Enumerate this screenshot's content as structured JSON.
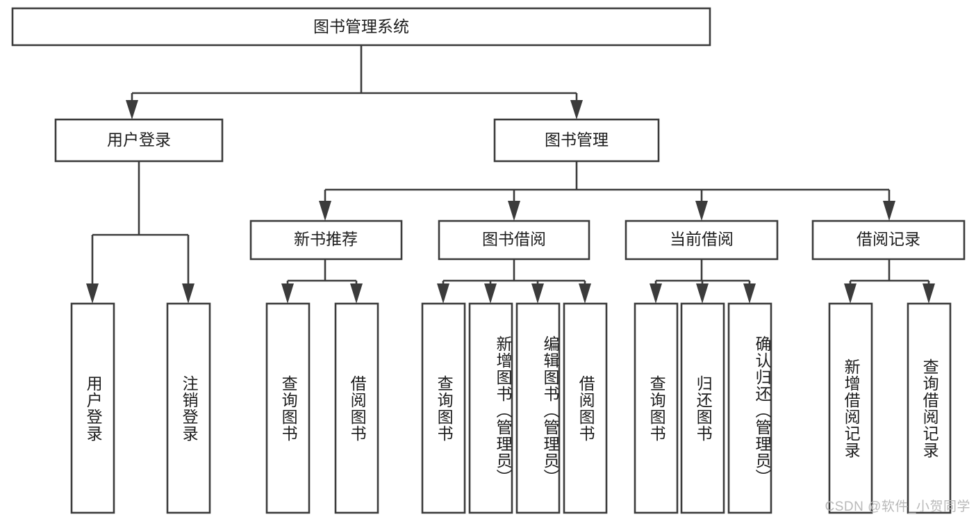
{
  "diagram": {
    "title": "图书管理系统",
    "type": "tree",
    "watermark": "CSDN @软件_小贺同学",
    "colors": {
      "stroke": "#3b3b3b",
      "fill": "#ffffff",
      "text": "#1c1c1c",
      "watermark": "#b9b9b9",
      "background": "#ffffff"
    },
    "root": {
      "label": "图书管理系统"
    },
    "level2": [
      {
        "label": "用户登录"
      },
      {
        "label": "图书管理"
      }
    ],
    "level3": [
      {
        "label": "新书推荐"
      },
      {
        "label": "图书借阅"
      },
      {
        "label": "当前借阅"
      },
      {
        "label": "借阅记录"
      }
    ],
    "leaves": {
      "user_login": [
        {
          "label": "用户登录"
        },
        {
          "label": "注销登录"
        }
      ],
      "new_book_recommend": [
        {
          "label": "查询图书"
        },
        {
          "label": "借阅图书"
        }
      ],
      "book_borrow": [
        {
          "label": "查询图书"
        },
        {
          "label": "新增图书（管理员）"
        },
        {
          "label": "编辑图书（管理员）"
        },
        {
          "label": "借阅图书"
        }
      ],
      "current_borrow": [
        {
          "label": "查询图书"
        },
        {
          "label": "归还图书"
        },
        {
          "label": "确认归还（管理员）"
        }
      ],
      "borrow_record": [
        {
          "label": "新增借阅记录"
        },
        {
          "label": "查询借阅记录"
        }
      ]
    }
  }
}
